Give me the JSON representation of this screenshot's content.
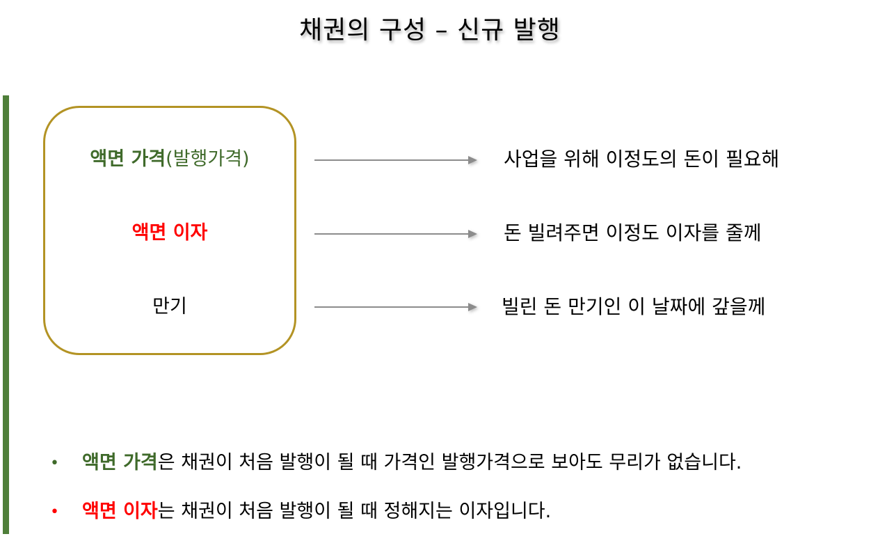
{
  "title": "채권의 구성 – 신규 발행",
  "terms": [
    {
      "bold": "액면 가격",
      "extra": "(발행가격)",
      "desc": "사업을 위해 이정도의 돈이 필요해"
    },
    {
      "bold": "액면 이자",
      "extra": "",
      "desc": "돈 빌려주면 이정도 이자를 줄께"
    },
    {
      "bold": "",
      "extra": "만기",
      "desc": "빌린 돈 만기인 이 날짜에 갚을께"
    }
  ],
  "bullets": [
    {
      "marker": "•",
      "highlight": "액면 가격",
      "text": "은 채권이 처음 발행이 될 때 가격인 발행가격으로 보아도 무리가 없습니다."
    },
    {
      "marker": "•",
      "highlight": "액면 이자",
      "text": "는 채권이 처음 발행이 될 때 정해지는 이자입니다."
    }
  ],
  "colors": {
    "green": "#3f6a2a",
    "red": "#ff0000",
    "box_border": "#b39324",
    "left_bar": "#4f7f3a",
    "arrow": "#8c8c8c"
  }
}
